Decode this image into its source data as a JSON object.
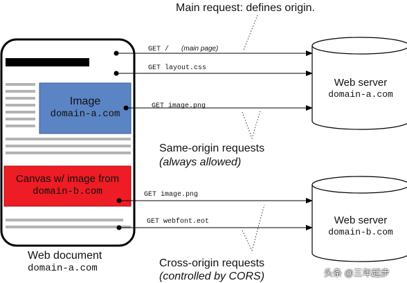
{
  "top_note": "Main request: defines origin.",
  "web_document": {
    "image_label": "Image",
    "image_domain": "domain-a.com",
    "canvas_label": "Canvas w/ image from",
    "canvas_domain": "domain-b.com",
    "caption": "Web document",
    "caption_domain": "domain-a.com"
  },
  "requests": [
    {
      "method": "GET /",
      "note": "(main page)"
    },
    {
      "text": "GET layout.css"
    },
    {
      "text": "GET image.png"
    },
    {
      "text": "GET image.png"
    },
    {
      "text": "GET webfont.eot"
    }
  ],
  "servers": [
    {
      "title": "Web server",
      "domain": "domain-a.com"
    },
    {
      "title": "Web server",
      "domain": "domain-b.com"
    }
  ],
  "same_origin": {
    "line1": "Same-origin requests",
    "line2": "(always allowed)"
  },
  "cross_origin": {
    "line1": "Cross-origin requests",
    "line2": "(controlled by CORS)"
  },
  "watermark": "头条 @三年起步",
  "colors": {
    "image_box": "#5b84c4",
    "canvas_box": "#ee1c24",
    "gray_lines": "#b3b3b3",
    "black": "#000000"
  }
}
